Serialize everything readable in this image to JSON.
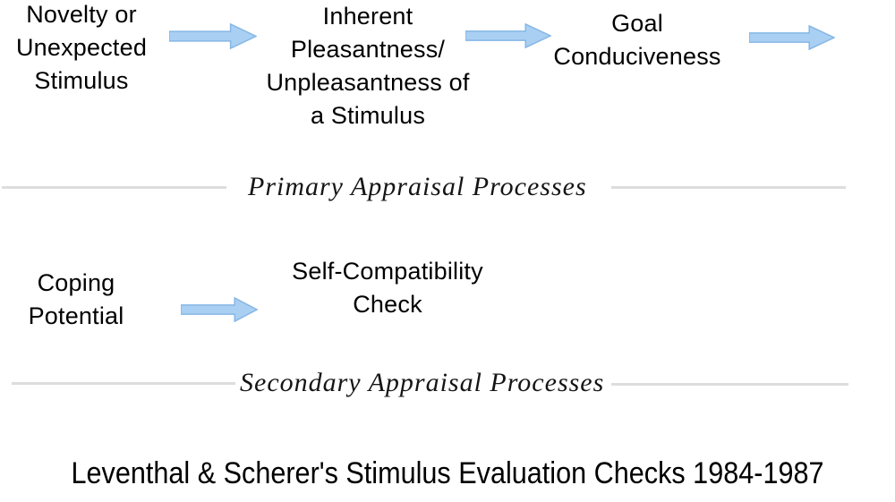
{
  "colors": {
    "arrow_fill": "#A9CFF2",
    "arrow_stroke": "#85B6E6",
    "divider_line": "#DDDDDD",
    "text": "#000000"
  },
  "diagram": {
    "primary": {
      "nodes": [
        {
          "label": "Novelty or\nUnexpected\nStimulus"
        },
        {
          "label": "Inherent\nPleasantness/\nUnpleasantness of\na Stimulus"
        },
        {
          "label": "Goal\nConduciveness"
        }
      ],
      "arrow_icons": [
        "right-block-arrow",
        "right-block-arrow",
        "right-block-arrow"
      ],
      "divider_label": "Primary Appraisal Processes"
    },
    "secondary": {
      "nodes": [
        {
          "label": "Coping\nPotential"
        },
        {
          "label": "Self-Compatibility\nCheck"
        }
      ],
      "arrow_icons": [
        "right-block-arrow"
      ],
      "divider_label": "Secondary Appraisal Processes"
    },
    "caption": "Leventhal & Scherer's Stimulus Evaluation Checks 1984-1987"
  }
}
